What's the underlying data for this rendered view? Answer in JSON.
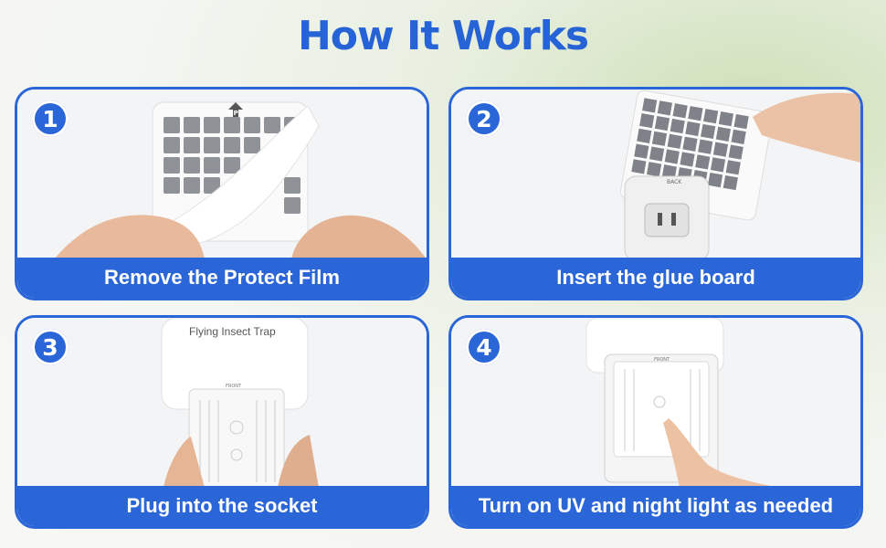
{
  "title": "How It Works",
  "steps": [
    {
      "number": "1",
      "caption": "Remove the Protect Film"
    },
    {
      "number": "2",
      "caption": "Insert the glue board"
    },
    {
      "number": "3",
      "caption": "Plug into the socket"
    },
    {
      "number": "4",
      "caption": "Turn on UV and night light as needed"
    }
  ],
  "device_labels": {
    "up": "UP",
    "back": "BACK",
    "product_name": "Flying Insect Trap",
    "front": "FRONT"
  },
  "colors": {
    "accent": "#2a66d8",
    "title": "#2563d6"
  }
}
